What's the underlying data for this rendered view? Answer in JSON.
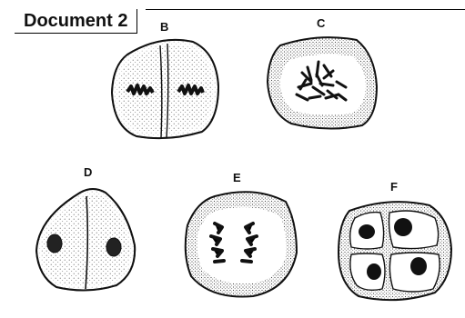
{
  "title": "Document 2",
  "labels": {
    "b": "B",
    "c": "C",
    "d": "D",
    "e": "E",
    "f": "F"
  },
  "colors": {
    "ink": "#111111",
    "stipple": "#555555",
    "background": "#ffffff"
  }
}
